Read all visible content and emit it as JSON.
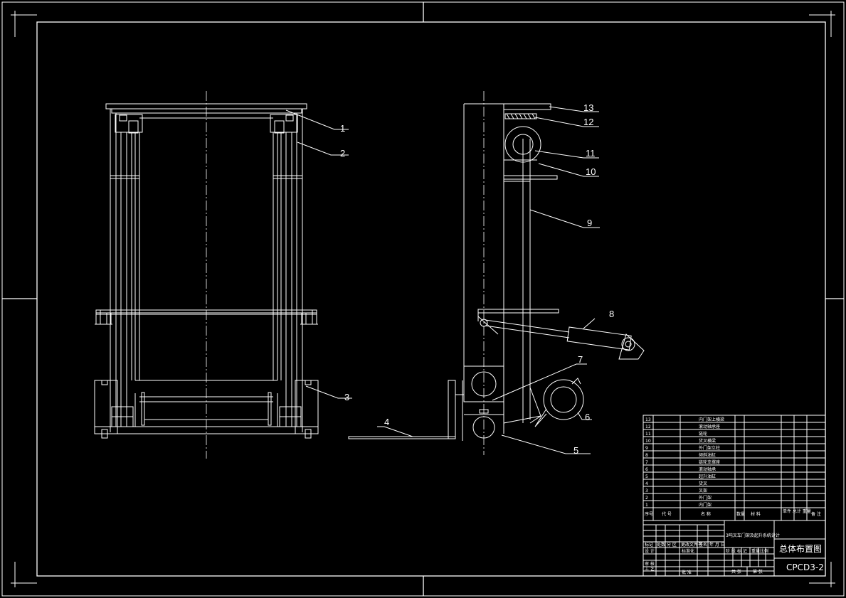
{
  "callouts": [
    "1",
    "2",
    "3",
    "4",
    "5",
    "6",
    "7",
    "8",
    "9",
    "10",
    "11",
    "12",
    "13"
  ],
  "parts_list": [
    {
      "no": "13",
      "name": "内门架上横梁"
    },
    {
      "no": "12",
      "name": "滚动轴承座"
    },
    {
      "no": "11",
      "name": "链轮"
    },
    {
      "no": "10",
      "name": "货叉横梁"
    },
    {
      "no": "9",
      "name": "外门架立柱"
    },
    {
      "no": "8",
      "name": "倾斜油缸"
    },
    {
      "no": "7",
      "name": "链轮支撑座"
    },
    {
      "no": "6",
      "name": "滚动轴承"
    },
    {
      "no": "5",
      "name": "起升油缸"
    },
    {
      "no": "4",
      "name": "货叉"
    },
    {
      "no": "3",
      "name": "叉架"
    },
    {
      "no": "2",
      "name": "外门架"
    },
    {
      "no": "1",
      "name": "内门架"
    }
  ],
  "parts_header": {
    "no": "序号",
    "code": "代 号",
    "name": "名 称",
    "qty": "数量",
    "material": "材 料",
    "weight": "单件 总计 重量",
    "remark": "备 注"
  },
  "title_block": {
    "project": "3吨叉车门架及起升系统设计",
    "drawing_title": "总体布置图",
    "drawing_no": "CPCD3-2",
    "row1": [
      "标记",
      "处数",
      "分 区",
      "更改文件号",
      "签名",
      "年 月 日"
    ],
    "row_design": "设 计",
    "row_std": "标准化",
    "row_check": "审 核",
    "row_craft": "工 艺",
    "row_approve": "批 准",
    "stage": [
      "阶 段 标 记",
      "重量",
      "比例"
    ],
    "sheets": [
      "共 张",
      "第 张"
    ]
  }
}
